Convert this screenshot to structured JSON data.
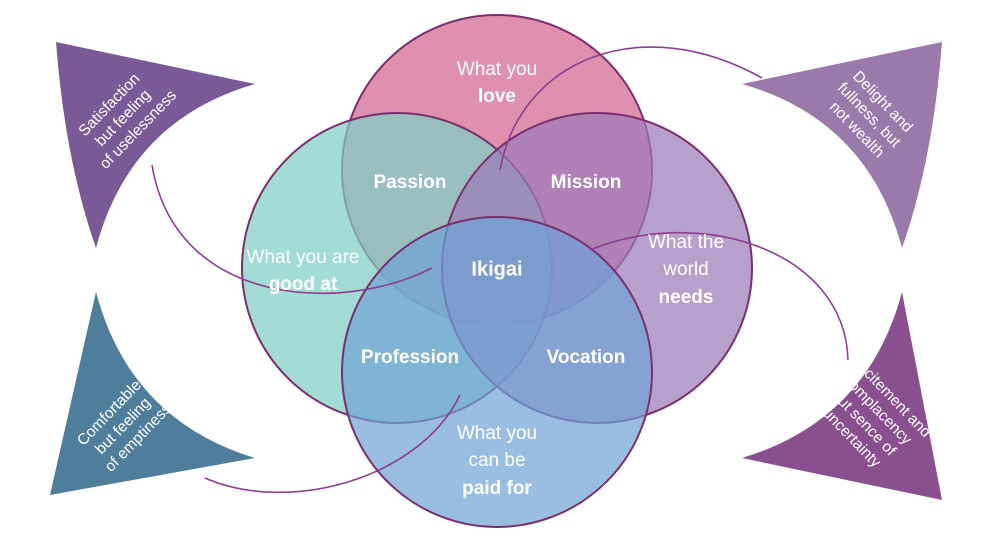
{
  "circles": {
    "love": {
      "line1": "What you",
      "line2": "love",
      "color": "#d8779c"
    },
    "good_at": {
      "line1": "What you are",
      "line2": "good at",
      "color": "#7fcfc4"
    },
    "world_needs": {
      "line1": "What the",
      "line2": "world",
      "line3": "needs",
      "color": "#9c7cb9"
    },
    "paid_for": {
      "line1": "What you",
      "line2": "can be",
      "line3": "paid for",
      "color": "#6fa3d6"
    }
  },
  "overlaps": {
    "passion": "Passion",
    "mission": "Mission",
    "profession": "Profession",
    "vocation": "Vocation",
    "center": "Ikigai"
  },
  "corners": {
    "top_left": {
      "lines": [
        "Satisfaction",
        "but feeling",
        "of uselessness"
      ],
      "color": "#7a5a96"
    },
    "top_right": {
      "lines": [
        "Delight and",
        "fullness, but",
        "not wealth"
      ],
      "color": "#9a79ab"
    },
    "bottom_left": {
      "lines": [
        "Comfortable",
        "but feeling",
        "of emptiness"
      ],
      "color": "#4f7e9c"
    },
    "bottom_right": {
      "lines": [
        "Excitement and",
        "complacency",
        "but sence of",
        "uncertainty"
      ],
      "color": "#8a4f8f"
    }
  },
  "connector_color": "#8e3e92"
}
